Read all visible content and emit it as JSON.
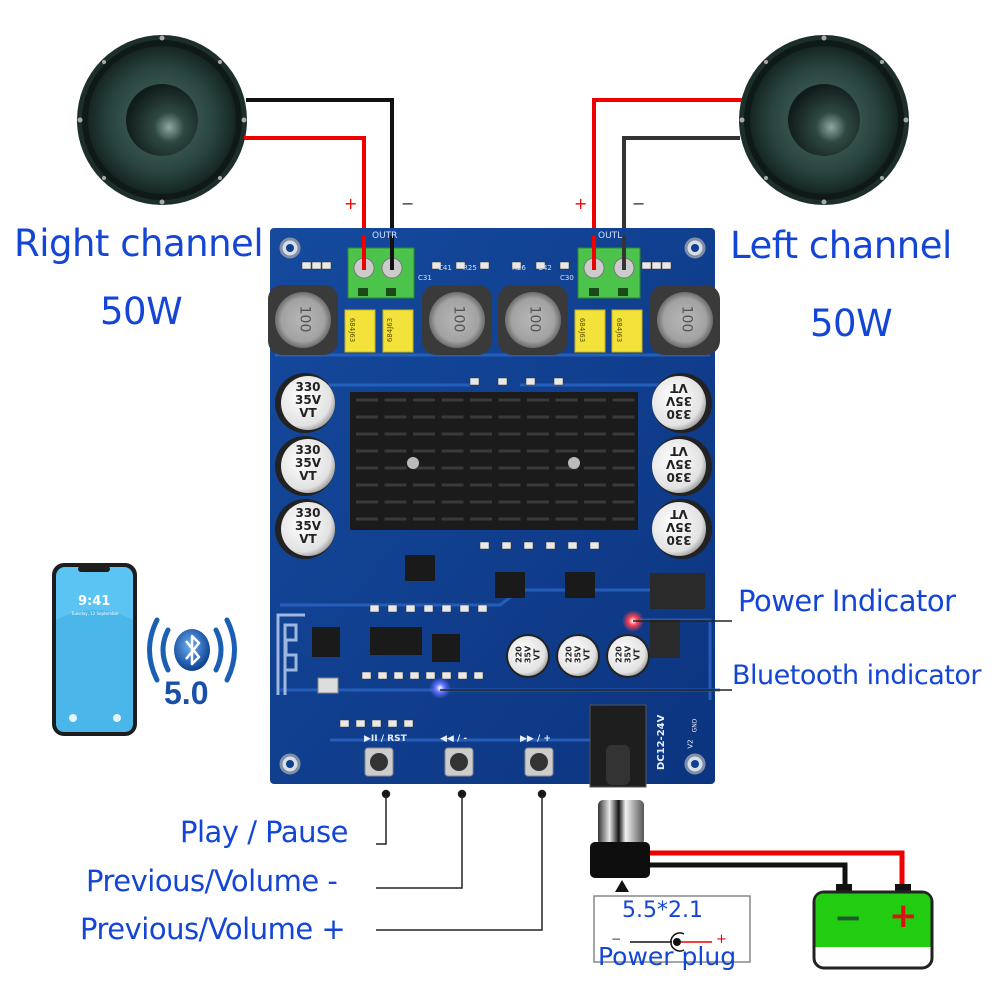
{
  "title": "Dual channel Bluetooth 5.0 amplifier board wiring diagram",
  "speakers": {
    "right": {
      "label": "Right channel",
      "power": "50W",
      "plus": "+",
      "minus": "−"
    },
    "left": {
      "label": "Left channel",
      "power": "50W",
      "plus": "+",
      "minus": "−"
    }
  },
  "board": {
    "out_r_label": "OUTR",
    "out_l_label": "OUTL",
    "inductor_marking": "100",
    "film_cap_marking": "684J63",
    "big_cap_lines": [
      "330",
      "35V",
      "VT"
    ],
    "small_cap_lines": [
      "220",
      "35V",
      "VT"
    ],
    "smd_labels": [
      "C41",
      "R25",
      "C31",
      "R26",
      "C42",
      "C30"
    ],
    "button_labels": [
      "▶II / RST",
      "◀◀ / -",
      "▶▶ / +"
    ],
    "dc_label": "DC12-24V",
    "gnd_label": "GND",
    "version_label": "V2"
  },
  "phone": {
    "time": "9:41",
    "date": "Tuesday, 12 September"
  },
  "bluetooth": {
    "version": "5.0",
    "icon": "bluetooth-icon"
  },
  "indicators": {
    "power": "Power Indicator",
    "bluetooth": "Bluetooth indicator",
    "power_led_color": "#ff3344",
    "bt_led_color": "#5566ff"
  },
  "buttons": {
    "play_pause": "Play / Pause",
    "vol_down": "Previous/Volume -",
    "vol_up": "Previous/Volume +"
  },
  "power": {
    "plug_size": "5.5*2.1",
    "plug_label": "Power plug",
    "plug_minus": "−",
    "plug_plus": "+",
    "battery_minus": "−",
    "battery_plus": "+"
  },
  "colors": {
    "label_blue": "#1446d6",
    "pcb_blue": "#0f3f8f",
    "wire_red": "#ee0000",
    "wire_black": "#111111",
    "battery_green": "#22cc11"
  }
}
